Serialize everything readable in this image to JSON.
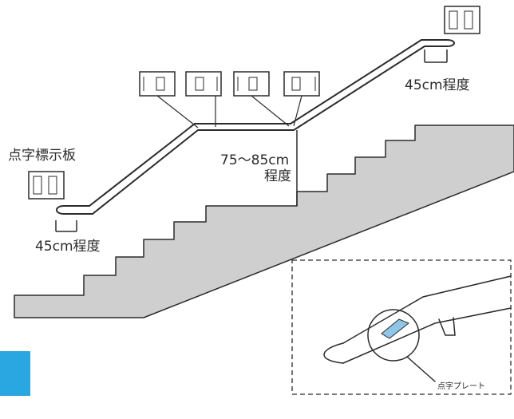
{
  "labels": {
    "braille_sign": "点字標示板",
    "distance_top": "45cm程度",
    "distance_bottom": "45cm程度",
    "height_line1": "75〜85cm",
    "height_line2": "程度",
    "braille_plate": "点字プレート"
  },
  "colors": {
    "stair_fill": "#cfcfcf",
    "line": "#2b2b2b",
    "plate": "#8fc6e8",
    "accent": "#2aa6e0"
  }
}
